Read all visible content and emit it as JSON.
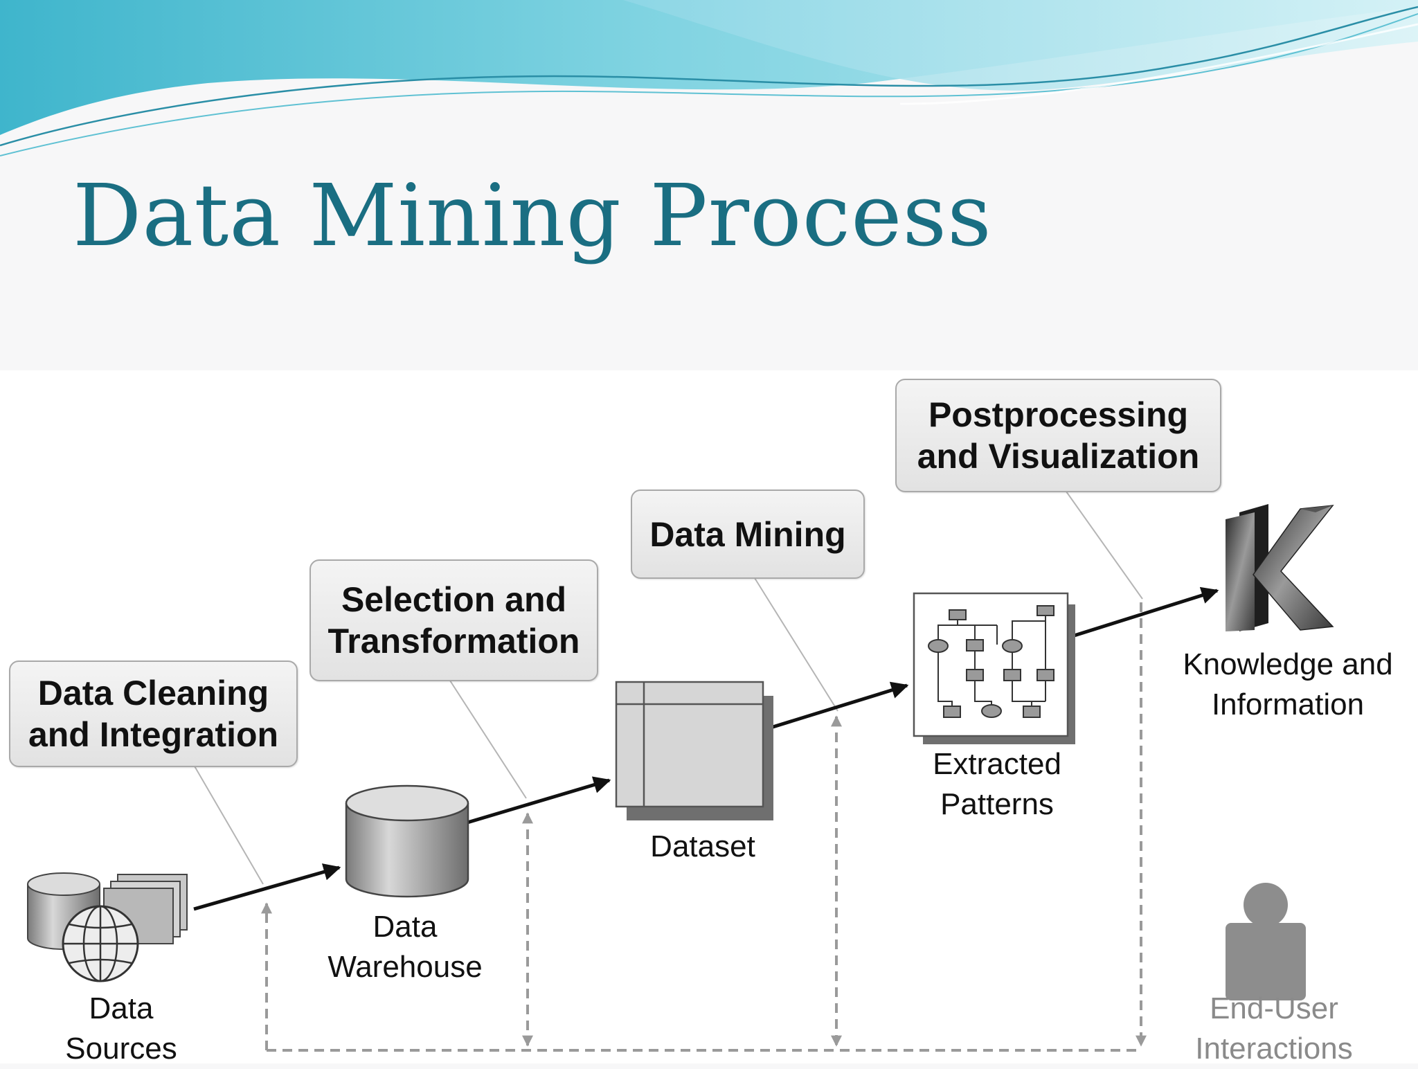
{
  "slide": {
    "title": "Data Mining Process"
  },
  "callouts": {
    "cleaning": [
      "Data Cleaning",
      "and Integration"
    ],
    "selection": [
      "Selection and",
      "Transformation"
    ],
    "mining": [
      "Data Mining"
    ],
    "postprocessing": [
      "Postprocessing",
      "and Visualization"
    ]
  },
  "nodes": {
    "sources": [
      "Data",
      "Sources"
    ],
    "warehouse": [
      "Data",
      "Warehouse"
    ],
    "dataset": [
      "Dataset"
    ],
    "patterns": [
      "Extracted",
      "Patterns"
    ],
    "knowledge": [
      "Knowledge and",
      "Information"
    ],
    "enduser": [
      "End-User",
      "Interactions"
    ]
  },
  "colors": {
    "title": "#1a6e82",
    "banner_light": "#bfe9f0",
    "banner_mid": "#7fd3e1",
    "banner_dark": "#3fb5cc",
    "flow_arrow": "#111111",
    "dashed_line": "#9a9a9a"
  },
  "icons": {
    "sources": "database-and-globe-icon",
    "warehouse": "cylinder-database-icon",
    "dataset": "table-sheet-icon",
    "patterns": "flowchart-icon",
    "knowledge": "3d-letter-k-icon",
    "enduser": "person-icon"
  }
}
